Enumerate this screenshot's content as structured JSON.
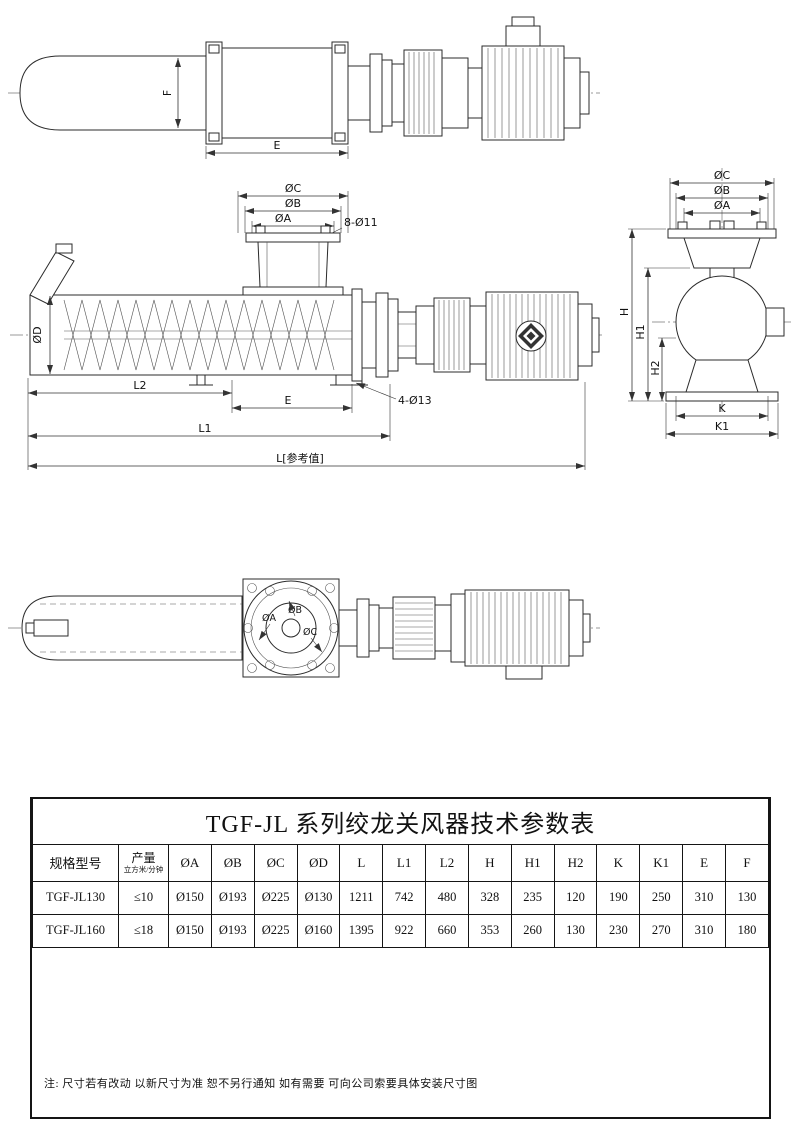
{
  "labels": {
    "plan": {
      "f": "F",
      "e": "E"
    },
    "side": {
      "oc": "ØC",
      "ob": "ØB",
      "oa": "ØA",
      "bolt_top": "8-Ø11",
      "od": "ØD",
      "l2": "L2",
      "e": "E",
      "bolt_base": "4-Ø13",
      "l1": "L1",
      "l_ref": "L[参考值]"
    },
    "end": {
      "oc": "ØC",
      "ob": "ØB",
      "oa": "ØA",
      "h": "H",
      "h1": "H1",
      "h2": "H2",
      "k": "K",
      "k1": "K1"
    },
    "front": {
      "oa": "ØA",
      "ob": "ØB",
      "oc": "ØC"
    }
  },
  "table": {
    "title": "TGF-JL 系列绞龙关风器技术参数表",
    "headers": [
      "规格型号",
      "产量",
      "ØA",
      "ØB",
      "ØC",
      "ØD",
      "L",
      "L1",
      "L2",
      "H",
      "H1",
      "H2",
      "K",
      "K1",
      "E",
      "F"
    ],
    "capacity_unit": "立方米/分钟",
    "rows": [
      [
        "TGF-JL130",
        "≤10",
        "Ø150",
        "Ø193",
        "Ø225",
        "Ø130",
        "1211",
        "742",
        "480",
        "328",
        "235",
        "120",
        "190",
        "250",
        "310",
        "130"
      ],
      [
        "TGF-JL160",
        "≤18",
        "Ø150",
        "Ø193",
        "Ø225",
        "Ø160",
        "1395",
        "922",
        "660",
        "353",
        "260",
        "130",
        "230",
        "270",
        "310",
        "180"
      ]
    ]
  },
  "note": "注: 尺寸若有改动 以新尺寸为准 恕不另行通知 如有需要 可向公司索要具体安装尺寸图"
}
